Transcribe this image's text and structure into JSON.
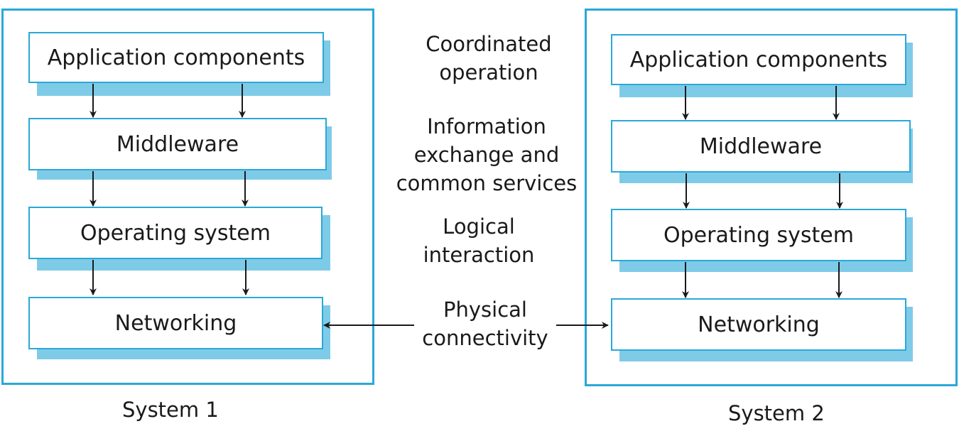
{
  "system1": {
    "label": "System 1",
    "layers": [
      "Application components",
      "Middleware",
      "Operating system",
      "Networking"
    ]
  },
  "system2": {
    "label": "System 2",
    "layers": [
      "Application components",
      "Middleware",
      "Operating system",
      "Networking"
    ]
  },
  "interactions": {
    "coordinated_operation": "Coordinated\noperation",
    "information_exchange": "Information\nexchange and\ncommon services",
    "logical_interaction": "Logical\ninteraction",
    "physical_connectivity": "Physical\nconnectivity"
  },
  "colors": {
    "frame": "#2aa8d8",
    "shadow": "#7ecbe8",
    "arrow": "#1a1a1a"
  }
}
